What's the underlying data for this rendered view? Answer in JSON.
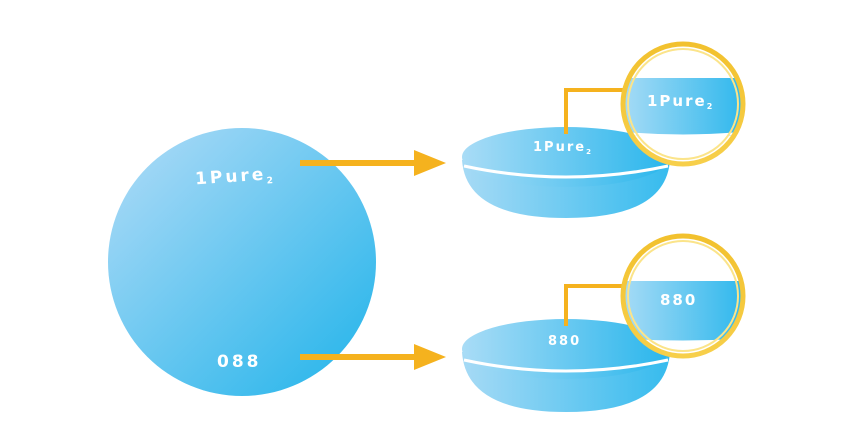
{
  "labels": {
    "sphere_top": "1Pure",
    "sphere_top_sub": "2",
    "sphere_bottom": "088",
    "lens_top": "1Pure",
    "lens_top_sub": "2",
    "lens_bottom": "880",
    "zoom_top": "1Pure",
    "zoom_top_sub": "2",
    "zoom_bottom": "880"
  },
  "colors": {
    "sphere_light": "#b3dcf7",
    "sphere_dark": "#1fb3ea",
    "lens_light": "#a9dcf6",
    "lens_dark": "#29b6ec",
    "arrow": "#f5b21e",
    "ring_outer": "#f2c12e",
    "ring_inner": "#fbe48a",
    "text": "#ffffff"
  }
}
